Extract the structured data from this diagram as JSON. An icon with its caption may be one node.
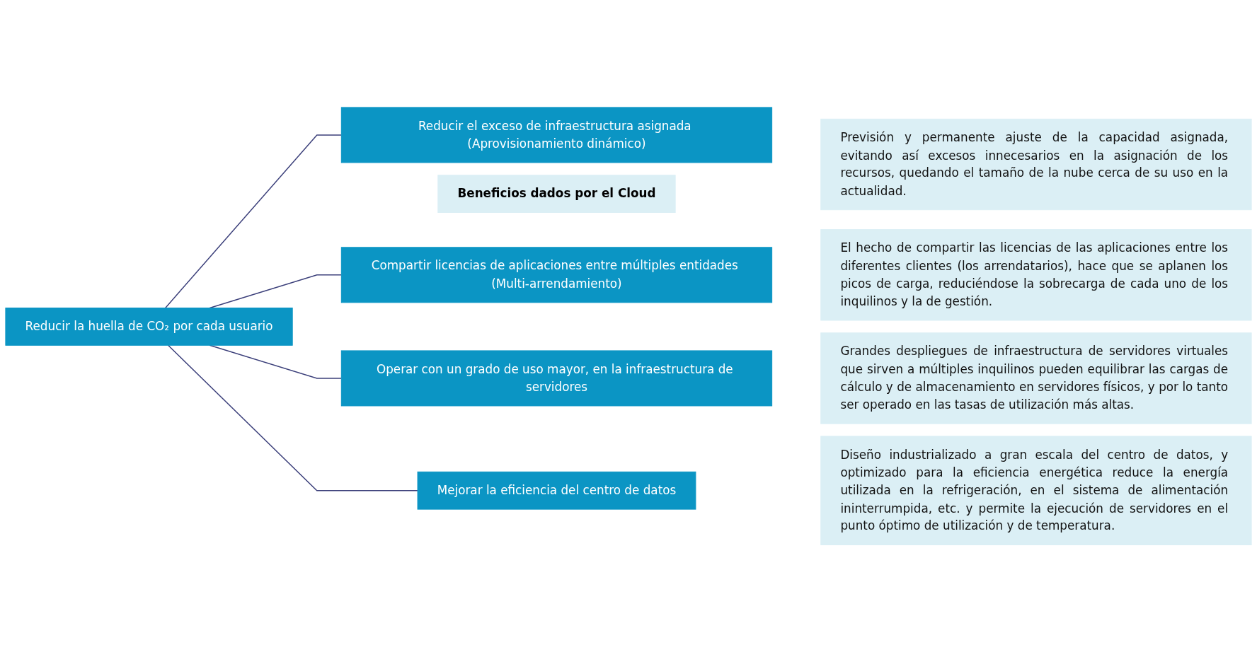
{
  "diagram": {
    "nodes": [
      {
        "text": [
          "Beneficios dados por el Cloud"
        ]
      },
      {
        "text": [
          "Reducir la huella de CO₂ por cada usuario"
        ]
      },
      {
        "text": [
          "Reducir el exceso de infraestructura asignada (Aprovisionamiento dinámico)"
        ]
      },
      {
        "text": [
          "Compartir licencias de aplicaciones entre múltiples entidades (Multi-arrendamiento)"
        ]
      },
      {
        "text": [
          "Operar con un grado de uso mayor, en la infraestructura de servidores"
        ]
      },
      {
        "text": [
          "Mejorar la eficiencia del centro de datos"
        ]
      },
      {
        "text": [
          "Previsión y permanente ajuste de la capacidad asignada, evitando así excesos innecesarios en la asignación de los recursos, quedando el tamaño de la nube cerca de su uso en la actualidad."
        ]
      },
      {
        "text": [
          "El hecho de compartir las licencias de las aplicaciones entre los diferentes clientes (los arrendatarios), hace que se aplanen los picos de carga, reduciéndose la sobrecarga de cada uno de los inquilinos y la de gestión."
        ]
      },
      {
        "text": [
          "Grandes despliegues de infraestructura de servidores virtuales que sirven a múltiples inquilinos pueden equilibrar las cargas de cálculo y de almacenamiento en servidores físicos, y por lo tanto ser operado en las tasas de utilización más altas."
        ]
      },
      {
        "text": [
          "Diseño industrializado a gran escala del centro de datos, y optimizado para la eficiencia energética reduce la energía utilizada en la refrigeración, en el sistema de alimentación ininterrumpida, etc. y permite la ejecución de servidores en el punto óptimo de utilización y de temperatura."
        ]
      }
    ],
    "edges": [
      {
        "from": 1,
        "to": 2,
        "arrow": "none"
      },
      {
        "from": 1,
        "to": 3,
        "arrow": "none"
      },
      {
        "from": 1,
        "to": 4,
        "arrow": "none"
      },
      {
        "from": 1,
        "to": 5,
        "arrow": "none"
      }
    ]
  }
}
